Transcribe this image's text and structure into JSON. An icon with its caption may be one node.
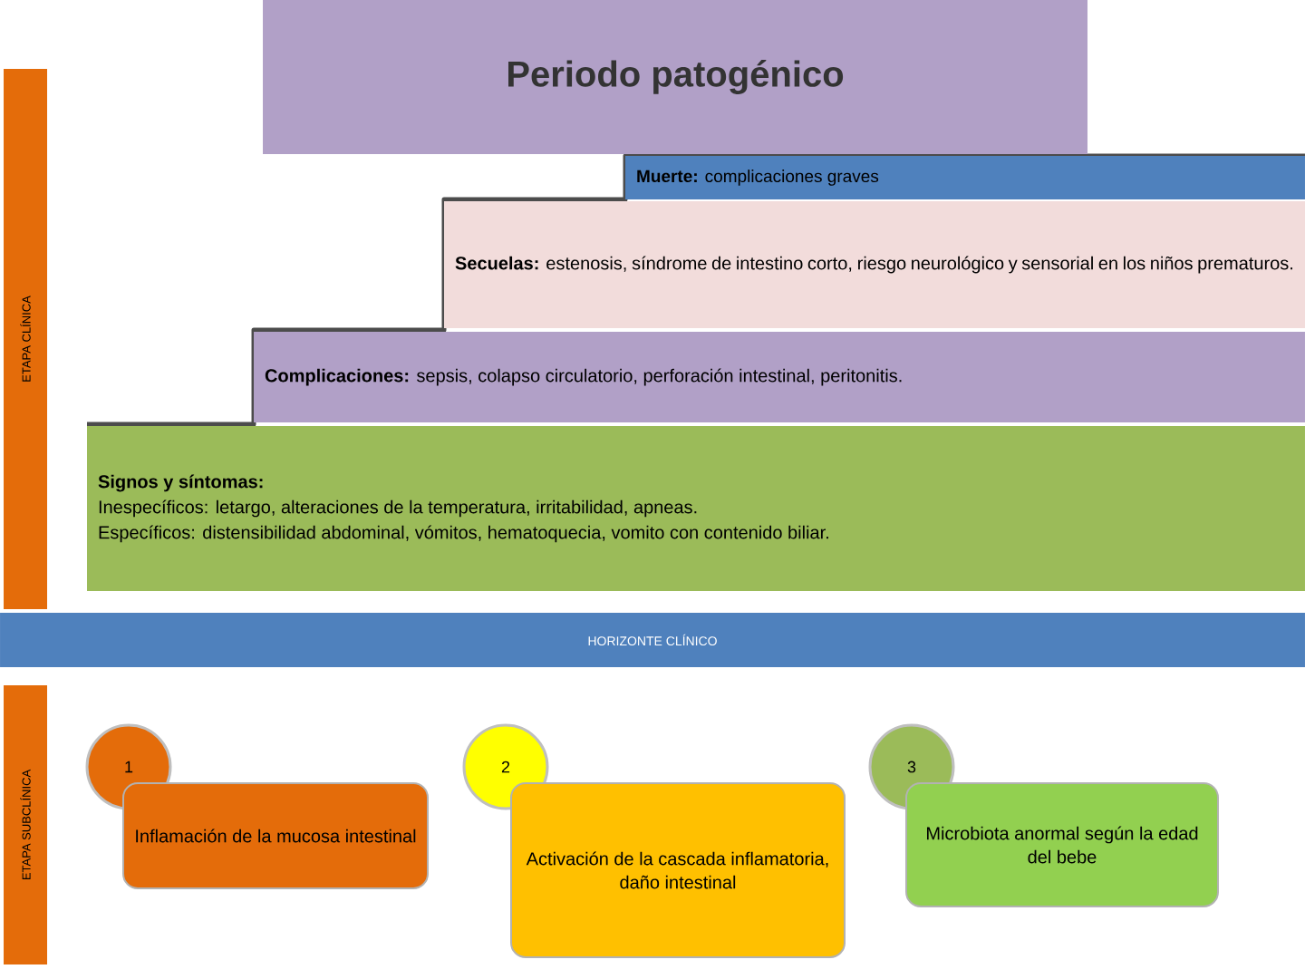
{
  "diagram": {
    "nodes": [
      {
        "text": [
          "Periodo patogénico"
        ]
      },
      {
        "text": [
          "**Muerte:** complicaciones graves"
        ]
      },
      {
        "text": [
          "**Secuelas:** estenosis, síndrome de intestino corto, riesgo neurológico y sensorial en los niños prematuros."
        ]
      },
      {
        "text": [
          "**Complicaciones:** sepsis, colapso circulatorio, perforación intestinal, peritonitis."
        ]
      },
      {
        "text": [
          "Signos y síntomas:",
          "Inespecíficos: letargo, alteraciones de la temperatura, irritabilidad, apneas.",
          "Específicos: distensibilidad abdominal, vómitos, hematoquecia, vomito con contenido biliar."
        ]
      },
      {
        "text": [
          "ETAPA CLÍNICA"
        ]
      },
      {
        "text": [
          "HORIZONTE CLÍNICO"
        ]
      },
      {
        "text": [
          "ETAPA SUBCLÍNICA"
        ]
      },
      {
        "text": [
          "1"
        ]
      },
      {
        "text": [
          "Inflamación de la mucosa intestinal"
        ]
      },
      {
        "text": [
          "2"
        ]
      },
      {
        "text": [
          "Activación de la cascada inflamatoria, daño intestinal"
        ]
      },
      {
        "text": [
          "3"
        ]
      },
      {
        "text": [
          "Microbiota anormal según la edad del bebe"
        ]
      }
    ]
  }
}
